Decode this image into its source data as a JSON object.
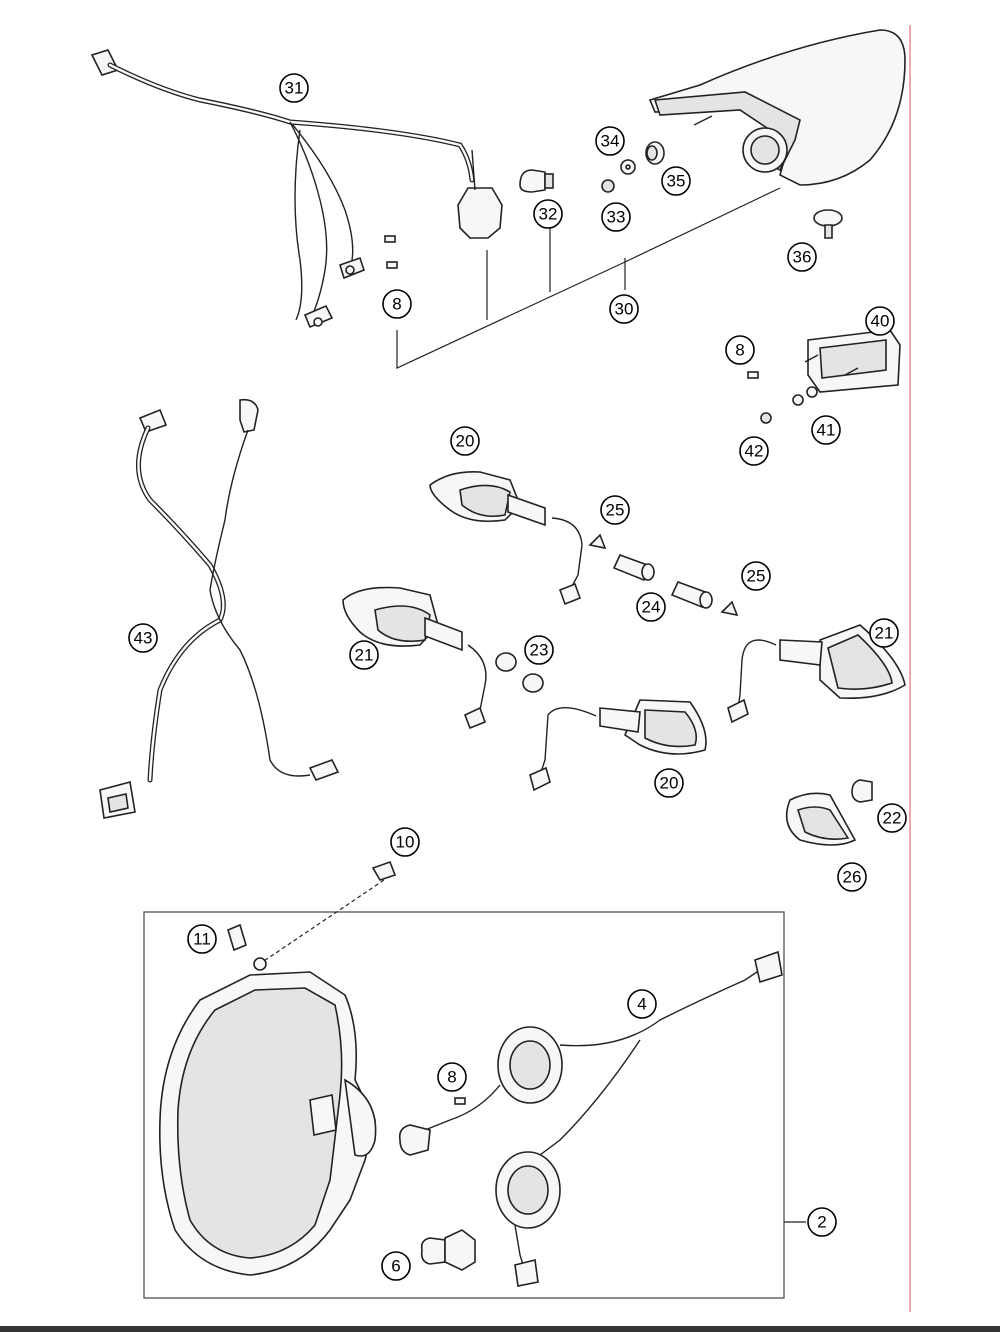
{
  "diagram": {
    "callouts": [
      {
        "id": "c31",
        "label": "31"
      },
      {
        "id": "c34",
        "label": "34"
      },
      {
        "id": "c35",
        "label": "35"
      },
      {
        "id": "c32",
        "label": "32"
      },
      {
        "id": "c33",
        "label": "33"
      },
      {
        "id": "c36",
        "label": "36"
      },
      {
        "id": "c8a",
        "label": "8"
      },
      {
        "id": "c30",
        "label": "30"
      },
      {
        "id": "c40",
        "label": "40"
      },
      {
        "id": "c8b",
        "label": "8"
      },
      {
        "id": "c41",
        "label": "41"
      },
      {
        "id": "c42",
        "label": "42"
      },
      {
        "id": "c20a",
        "label": "20"
      },
      {
        "id": "c25a",
        "label": "25"
      },
      {
        "id": "c24",
        "label": "24"
      },
      {
        "id": "c25b",
        "label": "25"
      },
      {
        "id": "c43",
        "label": "43"
      },
      {
        "id": "c21a",
        "label": "21"
      },
      {
        "id": "c23",
        "label": "23"
      },
      {
        "id": "c21b",
        "label": "21"
      },
      {
        "id": "c20b",
        "label": "20"
      },
      {
        "id": "c22",
        "label": "22"
      },
      {
        "id": "c26",
        "label": "26"
      },
      {
        "id": "c10",
        "label": "10"
      },
      {
        "id": "c11",
        "label": "11"
      },
      {
        "id": "c4",
        "label": "4"
      },
      {
        "id": "c8c",
        "label": "8"
      },
      {
        "id": "c2",
        "label": "2"
      },
      {
        "id": "c6",
        "label": "6"
      }
    ]
  }
}
